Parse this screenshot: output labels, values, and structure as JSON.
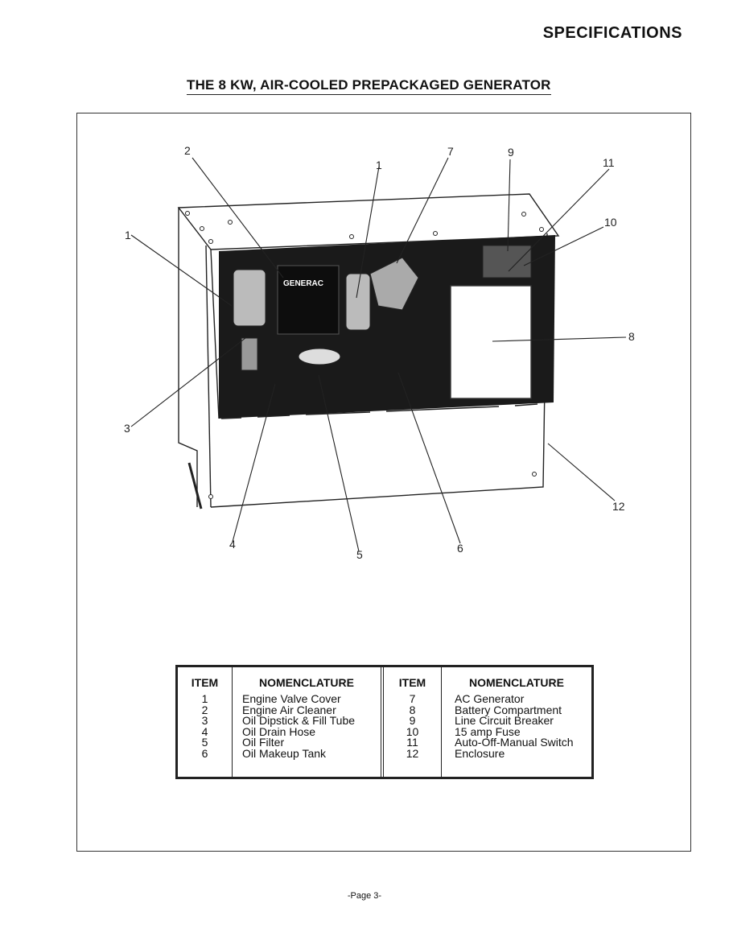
{
  "header": {
    "section": "SPECIFICATIONS"
  },
  "title": "THE 8 KW, AIR-COOLED PREPACKAGED GENERATOR",
  "figure": {
    "brand_label": "GENERAC",
    "callouts": [
      {
        "id": "1a",
        "label": "1"
      },
      {
        "id": "2",
        "label": "2"
      },
      {
        "id": "1b",
        "label": "1"
      },
      {
        "id": "7",
        "label": "7"
      },
      {
        "id": "9",
        "label": "9"
      },
      {
        "id": "11",
        "label": "11"
      },
      {
        "id": "10",
        "label": "10"
      },
      {
        "id": "8",
        "label": "8"
      },
      {
        "id": "3",
        "label": "3"
      },
      {
        "id": "12",
        "label": "12"
      },
      {
        "id": "4",
        "label": "4"
      },
      {
        "id": "5",
        "label": "5"
      },
      {
        "id": "6",
        "label": "6"
      }
    ]
  },
  "legend": {
    "headers": {
      "item": "ITEM",
      "nomenclature": "NOMENCLATURE"
    },
    "left": [
      {
        "item": "1",
        "name": "Engine Valve Cover"
      },
      {
        "item": "2",
        "name": "Engine Air Cleaner"
      },
      {
        "item": "3",
        "name": "Oil Dipstick & Fill Tube"
      },
      {
        "item": "4",
        "name": "Oil Drain Hose"
      },
      {
        "item": "5",
        "name": "Oil Filter"
      },
      {
        "item": "6",
        "name": "Oil Makeup Tank"
      }
    ],
    "right": [
      {
        "item": "7",
        "name": "AC Generator"
      },
      {
        "item": "8",
        "name": "Battery Compartment"
      },
      {
        "item": "9",
        "name": "Line Circuit Breaker"
      },
      {
        "item": "10",
        "name": "15 amp Fuse"
      },
      {
        "item": "11",
        "name": "Auto-Off-Manual Switch"
      },
      {
        "item": "12",
        "name": "Enclosure"
      }
    ]
  },
  "footer": {
    "page": "-Page 3-"
  }
}
